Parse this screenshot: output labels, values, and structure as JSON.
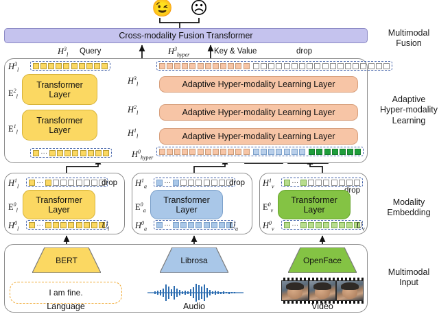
{
  "figure": {
    "title": "Multimodal sentiment analysis architecture with adaptive hyper-modality learning"
  },
  "sections": [
    {
      "id": "multimodal-fusion",
      "label_line1": "Multimodal",
      "label_line2": "Fusion"
    },
    {
      "id": "adaptive-hyper",
      "label_line1": "Adaptive",
      "label_line2": "Hyper-modality",
      "label_line3": "Learning"
    },
    {
      "id": "modality-embedding",
      "label_line1": "Modality",
      "label_line2": "Embedding"
    },
    {
      "id": "multimodal-input",
      "label_line1": "Multimodal",
      "label_line2": "Input"
    }
  ],
  "outputs": {
    "positive_emoji": "😉",
    "negative_emoji": "☹",
    "positive_name": "winking-smiling-face-emoji",
    "negative_name": "frowning-face-emoji"
  },
  "fusion": {
    "bar_label": "Cross-modality Fusion Transformer",
    "query_label": "Query",
    "key_value_label": "Key & Value",
    "drop_label": "drop",
    "query_input": "H³ₗ",
    "keyvalue_input": "H³hyper"
  },
  "adaptive": {
    "layers": [
      {
        "label": "Adaptive Hyper-modality Learning Layer",
        "input": "H³ₗ"
      },
      {
        "label": "Adaptive Hyper-modality Learning Layer",
        "input": "H²ₗ"
      },
      {
        "label": "Adaptive Hyper-modality Learning Layer",
        "input": "H¹ₗ"
      }
    ],
    "top_row_label": "H³ₗ",
    "bottom_row_label": "H⁰hyper",
    "language_encoders": [
      {
        "name": "E²ₗ",
        "label_line1": "Transformer",
        "label_line2": "Layer"
      },
      {
        "name": "E¹ₗ",
        "label_line1": "Transformer",
        "label_line2": "Layer"
      }
    ]
  },
  "embedding": {
    "drop_label": "drop",
    "columns": [
      {
        "modality": "language",
        "encoder_name": "E⁰ₗ",
        "encoder_line1": "Transformer",
        "encoder_line2": "Layer",
        "out_row_label": "H¹ₗ",
        "in_row_label": "H⁰ₗ",
        "input_symbol": "Uₗ",
        "color": "#fbd862"
      },
      {
        "modality": "audio",
        "encoder_name": "E⁰ₐ",
        "encoder_line1": "Transformer",
        "encoder_line2": "Layer",
        "out_row_label": "H¹ₐ",
        "in_row_label": "H⁰ₐ",
        "input_symbol": "Uₐ",
        "color": "#a9c7e8"
      },
      {
        "modality": "video",
        "encoder_name": "E⁰ᵥ",
        "encoder_line1": "Transformer",
        "encoder_line2": "Layer",
        "out_row_label": "H¹ᵥ",
        "in_row_label": "H⁰ᵥ",
        "input_symbol": "Uᵥ",
        "color": "#84c344"
      }
    ]
  },
  "input": {
    "extractors": [
      {
        "name": "BERT",
        "modality_caption": "Language",
        "color": "#fbd862"
      },
      {
        "name": "Librosa",
        "modality_caption": "Audio",
        "color": "#a9c7e8"
      },
      {
        "name": "OpenFace",
        "modality_caption": "Video",
        "color": "#84c344"
      }
    ],
    "language_text": "I am fine."
  },
  "colors": {
    "fusion_bar": "#c5c3ee",
    "adaptive_bar": "#f7c5a6",
    "language": "#fbd862",
    "audio": "#a9c7e8",
    "video": "#84c344",
    "hyper_token": "#f7c5a6",
    "token_border_dashed": "#3f5fa8",
    "panel_border": "#8a8a8a",
    "bubble_border": "#f0a830"
  },
  "chart_data": {
    "type": "diagram-flow",
    "token_rows": [
      {
        "name": "H3_l",
        "pattern": [
          "y",
          "y",
          "y",
          "y",
          "y",
          "y",
          "y",
          "y",
          "y",
          "y"
        ]
      },
      {
        "name": "H3_hyper",
        "pattern": [
          "o",
          "o",
          "o",
          "o",
          "o",
          "o",
          "o",
          "o",
          "o",
          "o",
          "o",
          "o",
          "w",
          "w",
          "w",
          "w",
          "w",
          "w",
          "w",
          "w",
          "w",
          "w",
          "w",
          "w",
          "w",
          "w",
          "w",
          "w",
          "w",
          "w"
        ]
      },
      {
        "name": "H0_hyper",
        "pattern": [
          "o",
          "o",
          "o",
          "o",
          "o",
          "o",
          "o",
          "o",
          "o",
          "o",
          "o",
          "o",
          "bl",
          "bl",
          "bl",
          "bl",
          "bl",
          "bl",
          "bl",
          "g",
          "g",
          "g",
          "g",
          "g",
          "g",
          "g"
        ]
      },
      {
        "name": "H1_l",
        "pattern": [
          "y",
          "dots",
          "y",
          "w",
          "w",
          "w",
          "w",
          "w",
          "w",
          "w"
        ]
      },
      {
        "name": "H0_l",
        "pattern": [
          "y",
          "dots",
          "y",
          "y",
          "y",
          "y",
          "y",
          "y",
          "y",
          "y"
        ]
      },
      {
        "name": "H1_a",
        "pattern": [
          "b",
          "dots",
          "b",
          "w",
          "w",
          "w",
          "w",
          "w",
          "w",
          "w"
        ]
      },
      {
        "name": "H0_a",
        "pattern": [
          "b",
          "dots",
          "b",
          "b",
          "b",
          "b",
          "b",
          "b",
          "b",
          "b"
        ]
      },
      {
        "name": "H1_v",
        "pattern": [
          "gl",
          "dots",
          "gl",
          "w",
          "w",
          "w",
          "w",
          "w",
          "w",
          "w"
        ]
      },
      {
        "name": "H0_v",
        "pattern": [
          "gl",
          "dots",
          "gl",
          "gl",
          "gl",
          "gl",
          "gl",
          "gl",
          "gl",
          "gl"
        ]
      }
    ]
  }
}
